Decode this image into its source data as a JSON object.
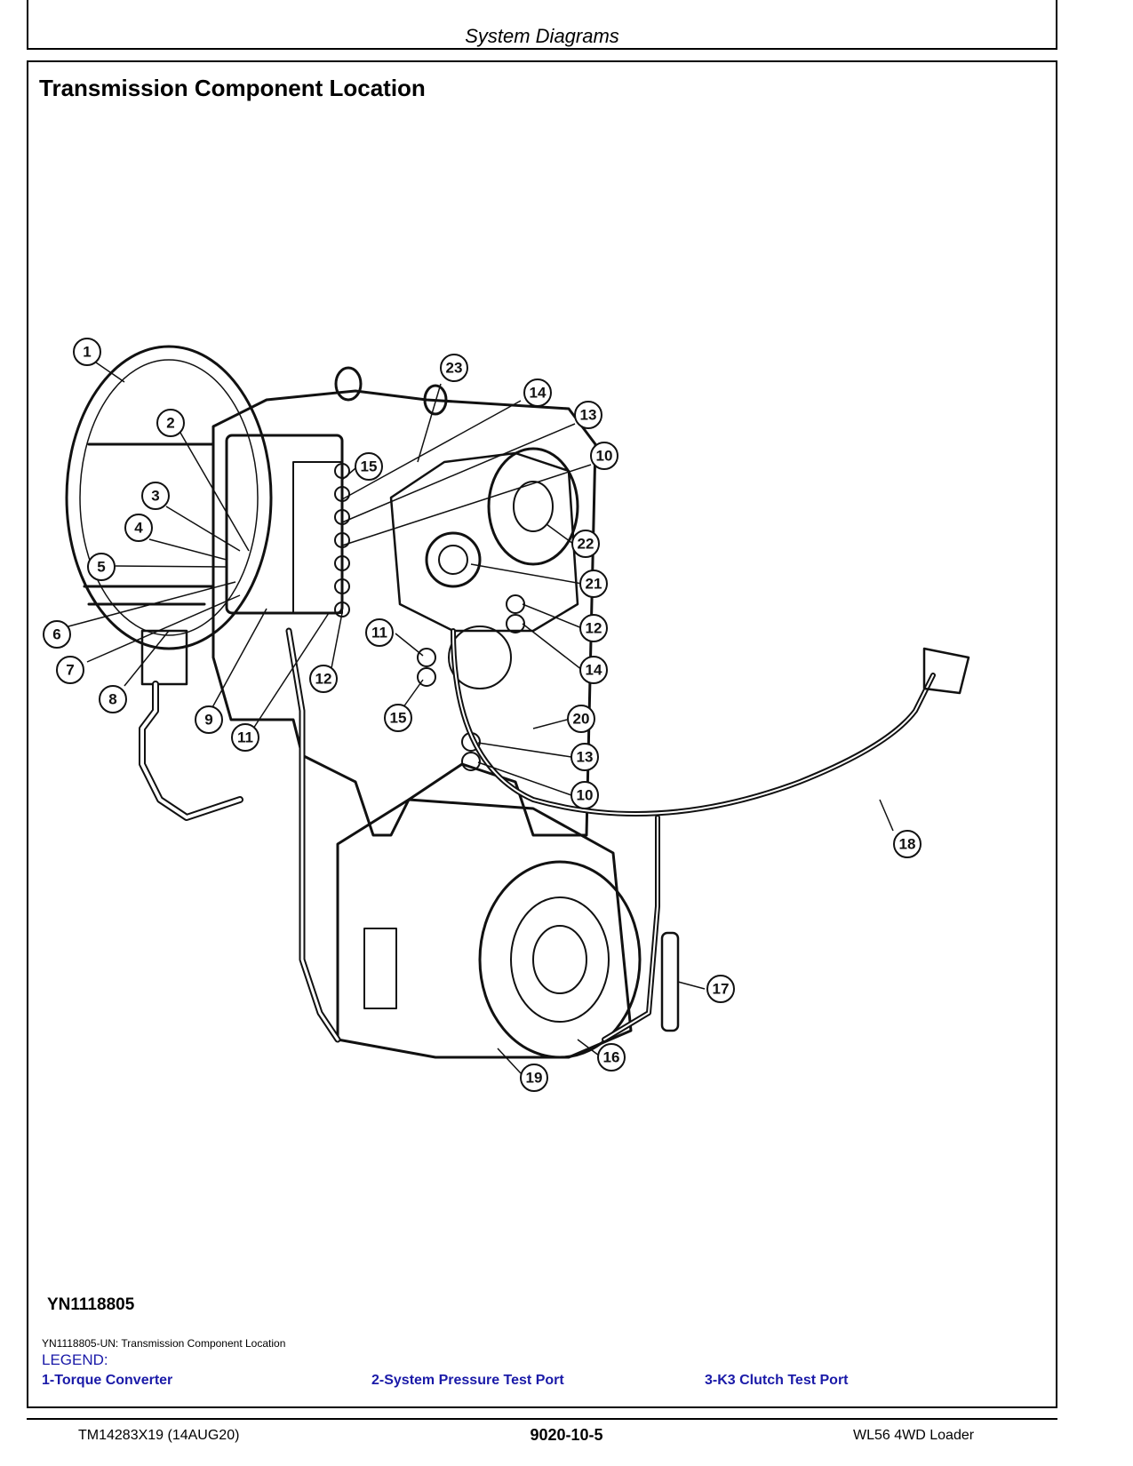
{
  "header": {
    "section": "System Diagrams"
  },
  "title": "Transmission Component Location",
  "figure": {
    "id": "YN1118805",
    "caption": "YN1118805-UN: Transmission Component Location",
    "callouts": [
      "1",
      "2",
      "3",
      "4",
      "5",
      "6",
      "7",
      "8",
      "9",
      "11",
      "12",
      "15",
      "23",
      "14",
      "13",
      "10",
      "22",
      "21",
      "12",
      "14",
      "11",
      "15",
      "20",
      "13",
      "10",
      "18",
      "17",
      "16",
      "19"
    ]
  },
  "legend": {
    "heading": "LEGEND:",
    "items": [
      "1-Torque Converter",
      "2-System Pressure Test Port",
      "3-K3 Clutch Test Port"
    ]
  },
  "footer": {
    "left": "TM14283X19 (14AUG20)",
    "center": "9020-10-5",
    "right": "WL56 4WD Loader"
  }
}
